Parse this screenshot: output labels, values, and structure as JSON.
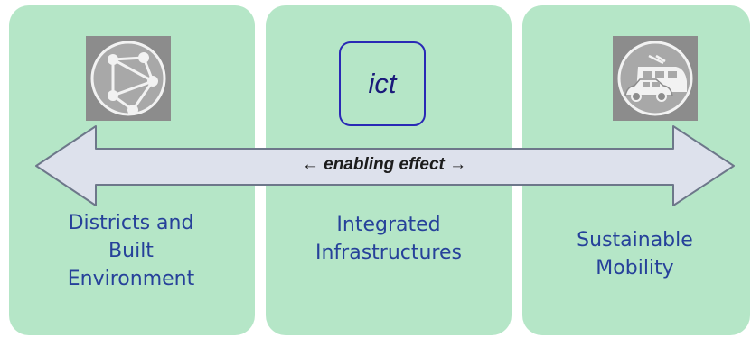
{
  "panels": {
    "left": {
      "lines": [
        "Districts and",
        "Built",
        "Environment"
      ],
      "icon": "network-nodes-icon"
    },
    "middle": {
      "lines": [
        "Integrated",
        "Infrastructures"
      ],
      "badge": "ict"
    },
    "right": {
      "lines": [
        "Sustainable",
        "Mobility"
      ],
      "icon": "train-and-car-icon"
    }
  },
  "arrow": {
    "label": "← enabling effect →"
  },
  "colors": {
    "panel": "#b5e6c7",
    "label_text": "#26419a",
    "ict_border": "#2929b5",
    "arrow_fill": "#dde1ec",
    "arrow_stroke": "#6d778a",
    "icon_tile": "#8c8c8c"
  }
}
